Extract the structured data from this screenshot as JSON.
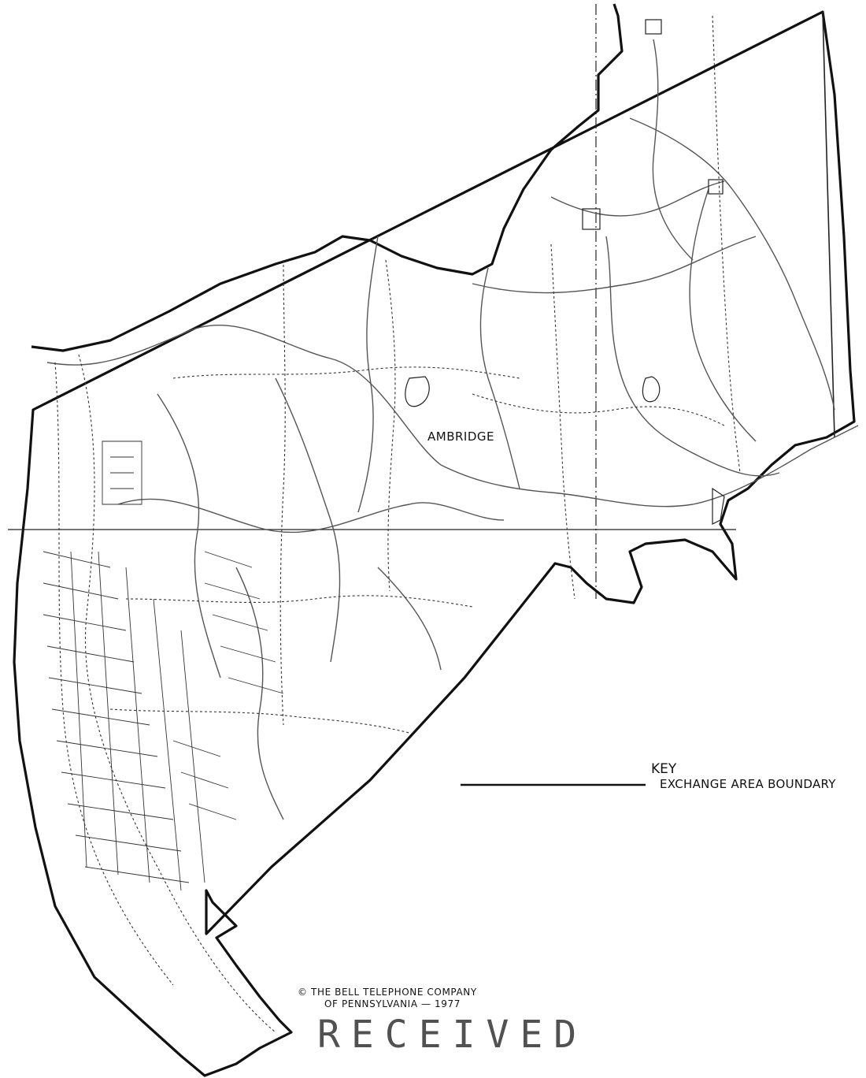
{
  "map": {
    "place_label": "AMBRIDGE",
    "key_title": "KEY",
    "key_entries": [
      {
        "label": "EXCHANGE AREA BOUNDARY"
      }
    ],
    "copyright_line1": "© THE BELL TELEPHONE COMPANY",
    "copyright_line2": "OF PENNSYLVANIA — 1977",
    "stamp": "RECEIVED"
  },
  "colors": {
    "boundary": "#111111",
    "roads": "#444444",
    "background": "#ffffff"
  }
}
